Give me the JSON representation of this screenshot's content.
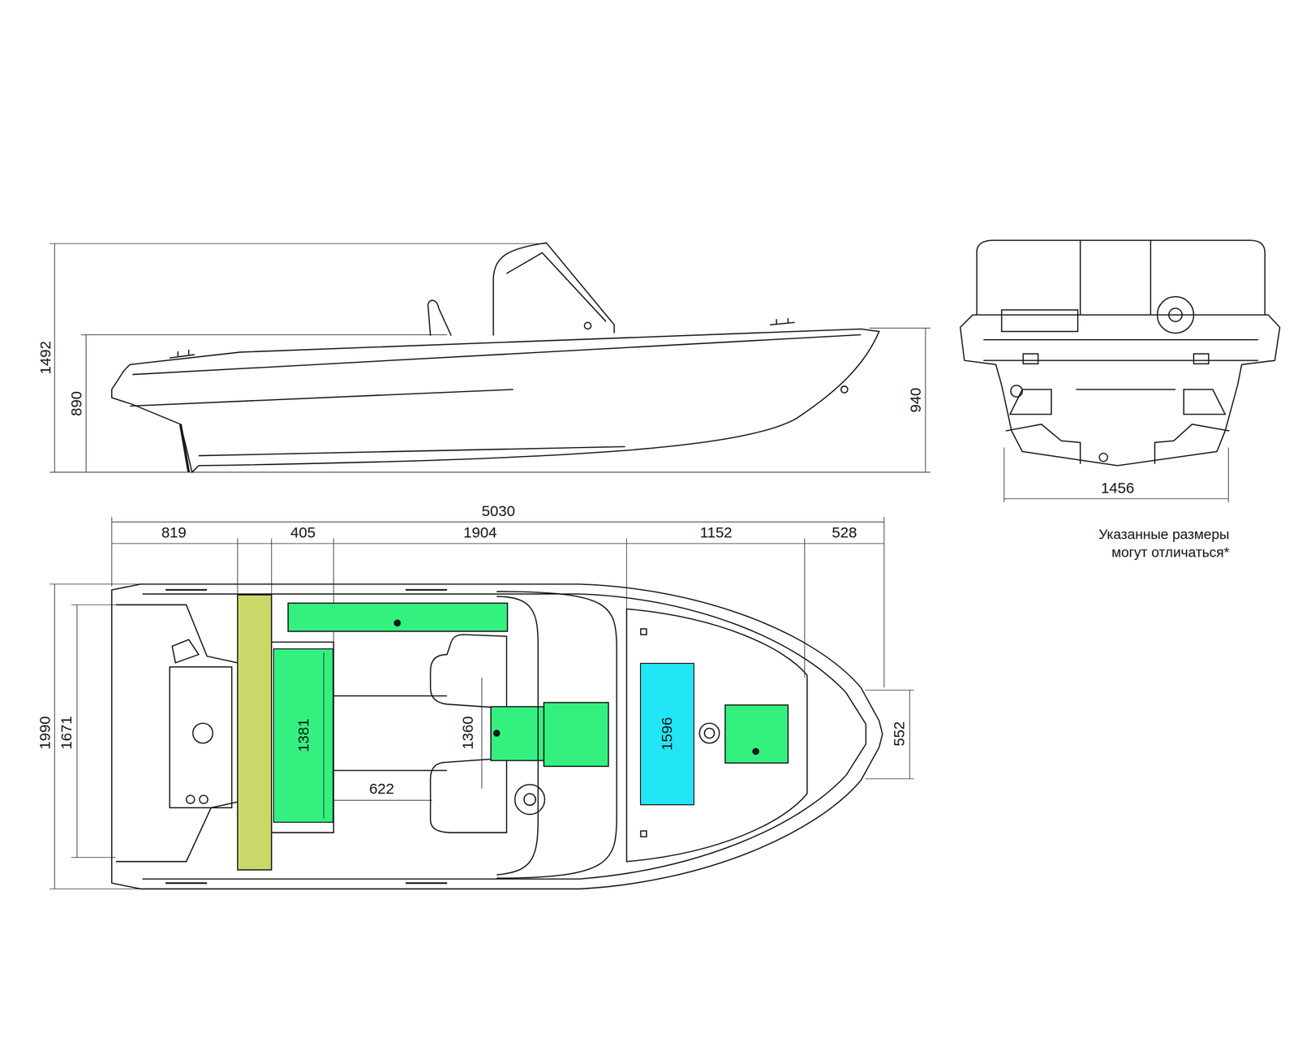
{
  "diagram": {
    "nodes": [
      {
        "text": [
          "1381"
        ]
      },
      {
        "text": [
          "1596"
        ]
      }
    ],
    "labels": [
      "1492",
      "890",
      "940",
      "1456",
      "5030",
      "819",
      "405",
      "1904",
      "1152",
      "528",
      "Указанные размеры могут отличаться*",
      "1990",
      "1671",
      "1360",
      "622",
      "552"
    ]
  }
}
